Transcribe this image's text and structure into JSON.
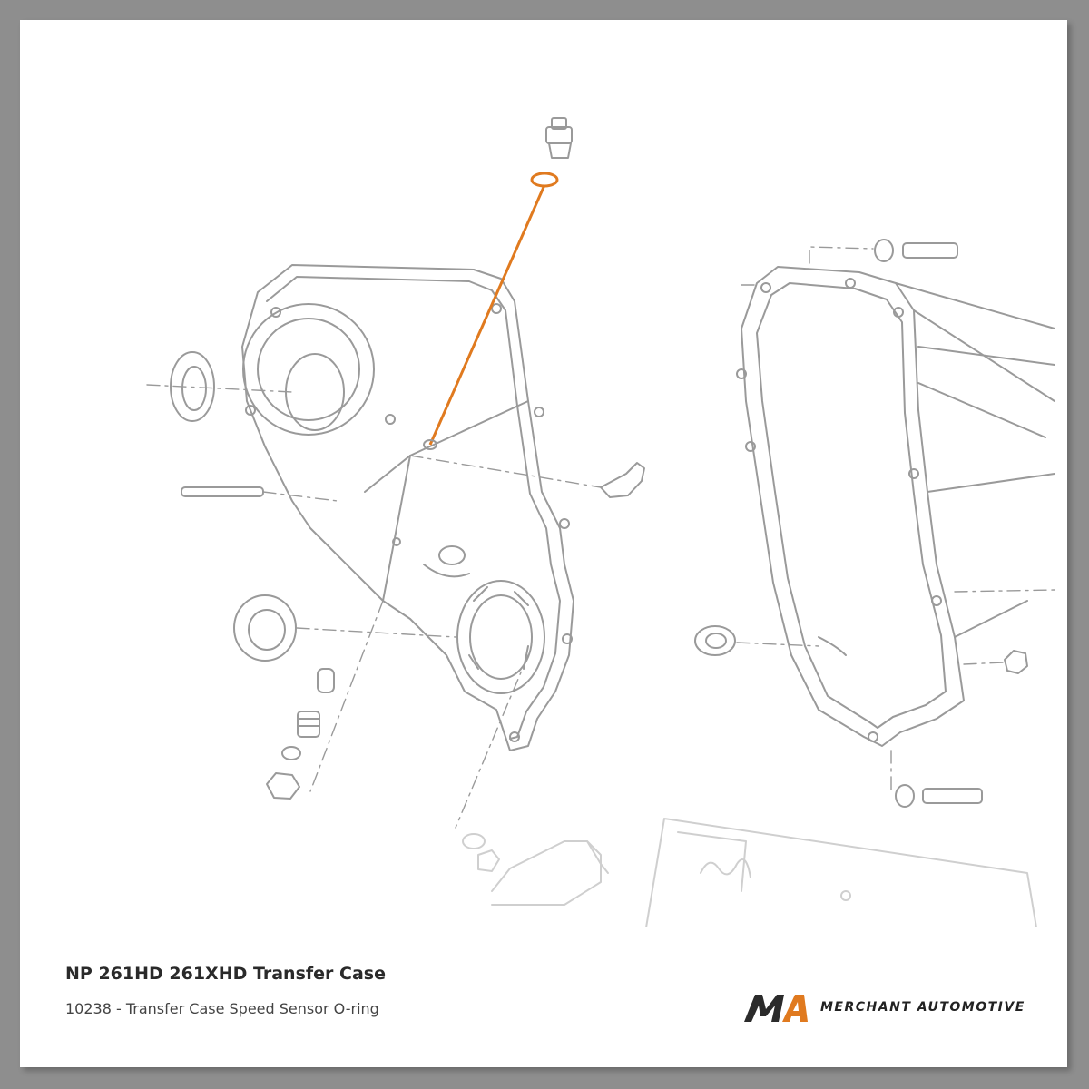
{
  "diagram": {
    "title": "NP 261HD 261XHD Transfer Case",
    "part_caption": "10238 - Transfer Case Speed Sensor O-ring",
    "highlight_color": "#e07a1f",
    "line_color": "#9a9a9a",
    "faded_line_color": "#c8c8c8"
  },
  "brand": {
    "logo_text": "MA",
    "name": "MERCHANT AUTOMOTIVE",
    "accent_color": "#e07a1f",
    "dark_color": "#2b2b2b"
  }
}
